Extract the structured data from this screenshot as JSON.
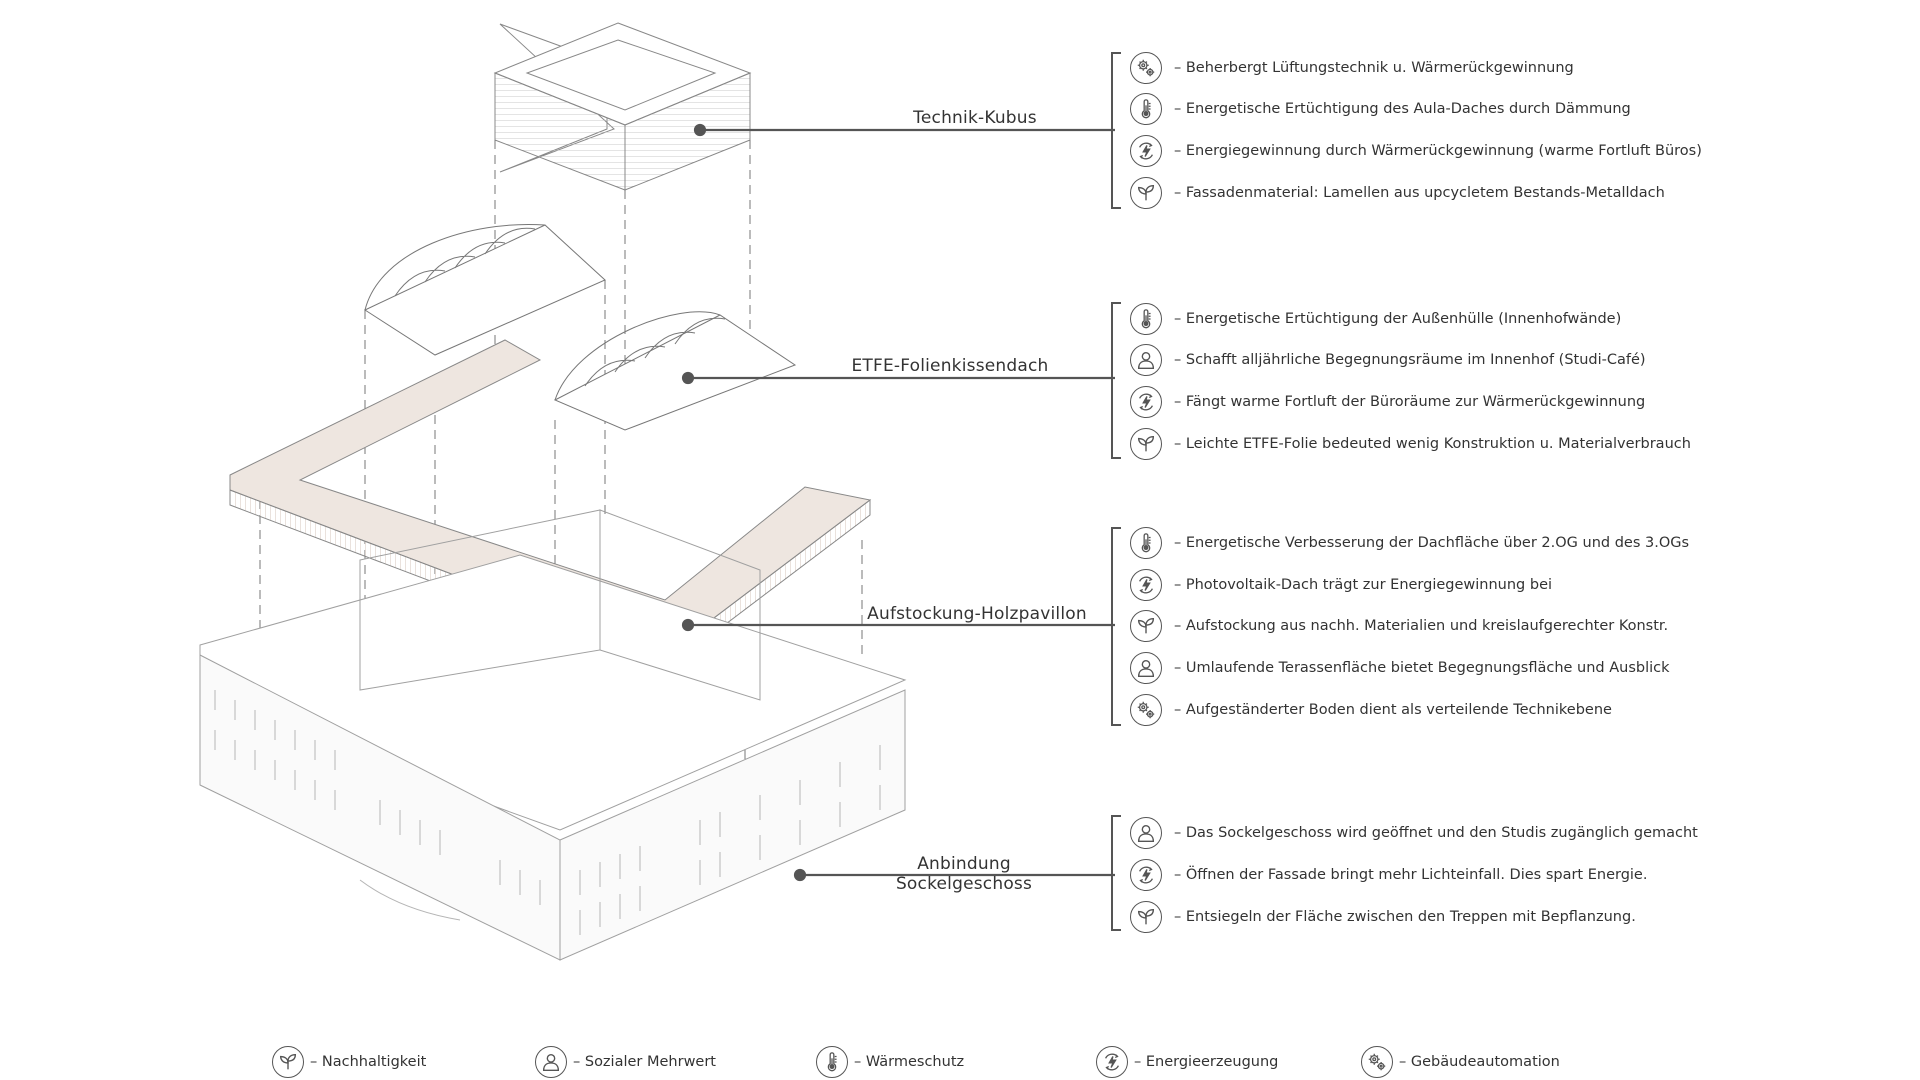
{
  "sections": [
    {
      "title": "Technik-Kubus",
      "items": [
        {
          "icon": "gears-icon",
          "text": "– Beherbergt Lüftungstechnik u. Wärmerückgewinnung"
        },
        {
          "icon": "thermometer-icon",
          "text": "– Energetische Ertüchtigung des Aula-Daches durch Dämmung"
        },
        {
          "icon": "energy-icon",
          "text": "– Energiegewinnung durch Wärmerückgewinnung (warme Fortluft Büros)"
        },
        {
          "icon": "leaf-icon",
          "text": "– Fassadenmaterial: Lamellen aus upcycletem Bestands-Metalldach"
        }
      ]
    },
    {
      "title": "ETFE-Folienkissendach",
      "items": [
        {
          "icon": "thermometer-icon",
          "text": "– Energetische Ertüchtigung der Außenhülle (Innenhofwände)"
        },
        {
          "icon": "person-icon",
          "text": "– Schafft alljährliche Begegnungsräume im Innenhof (Studi-Café)"
        },
        {
          "icon": "energy-icon",
          "text": "– Fängt warme Fortluft der Büroräume zur Wärmerückgewinnung"
        },
        {
          "icon": "leaf-icon",
          "text": "– Leichte ETFE-Folie bedeuted wenig Konstruktion u. Materialverbrauch"
        }
      ]
    },
    {
      "title": "Aufstockung-Holzpavillon",
      "items": [
        {
          "icon": "thermometer-icon",
          "text": "– Energetische Verbesserung der Dachfläche über 2.OG und des 3.OGs"
        },
        {
          "icon": "energy-icon",
          "text": "– Photovoltaik-Dach trägt zur Energiegewinnung bei"
        },
        {
          "icon": "leaf-icon",
          "text": "– Aufstockung aus nachh. Materialien und kreislaufgerechter Konstr."
        },
        {
          "icon": "person-icon",
          "text": "– Umlaufende Terassenfläche bietet Begegnungsfläche und Ausblick"
        },
        {
          "icon": "gears-icon",
          "text": "– Aufgeständerter Boden dient als verteilende Technikebene"
        }
      ]
    },
    {
      "title": "Anbindung Sockelgeschoss",
      "items": [
        {
          "icon": "person-icon",
          "text": "– Das Sockelgeschoss wird geöffnet und den Studis zugänglich gemacht"
        },
        {
          "icon": "energy-icon",
          "text": "– Öffnen der Fassade bringt mehr Lichteinfall. Dies spart Energie."
        },
        {
          "icon": "leaf-icon",
          "text": "– Entsiegeln der Fläche zwischen den Treppen mit Bepflanzung."
        }
      ]
    }
  ],
  "legend": [
    {
      "icon": "leaf-icon",
      "text": "– Nachhaltigkeit"
    },
    {
      "icon": "person-icon",
      "text": "– Sozialer Mehrwert"
    },
    {
      "icon": "thermometer-icon",
      "text": "– Wärmeschutz"
    },
    {
      "icon": "energy-icon",
      "text": "– Energieerzeugung"
    },
    {
      "icon": "gears-icon",
      "text": "– Gebäudeautomation"
    }
  ],
  "colors": {
    "line": "#555555",
    "roof_fill": "#eee6e0",
    "building_stroke": "#9a9a9a"
  }
}
